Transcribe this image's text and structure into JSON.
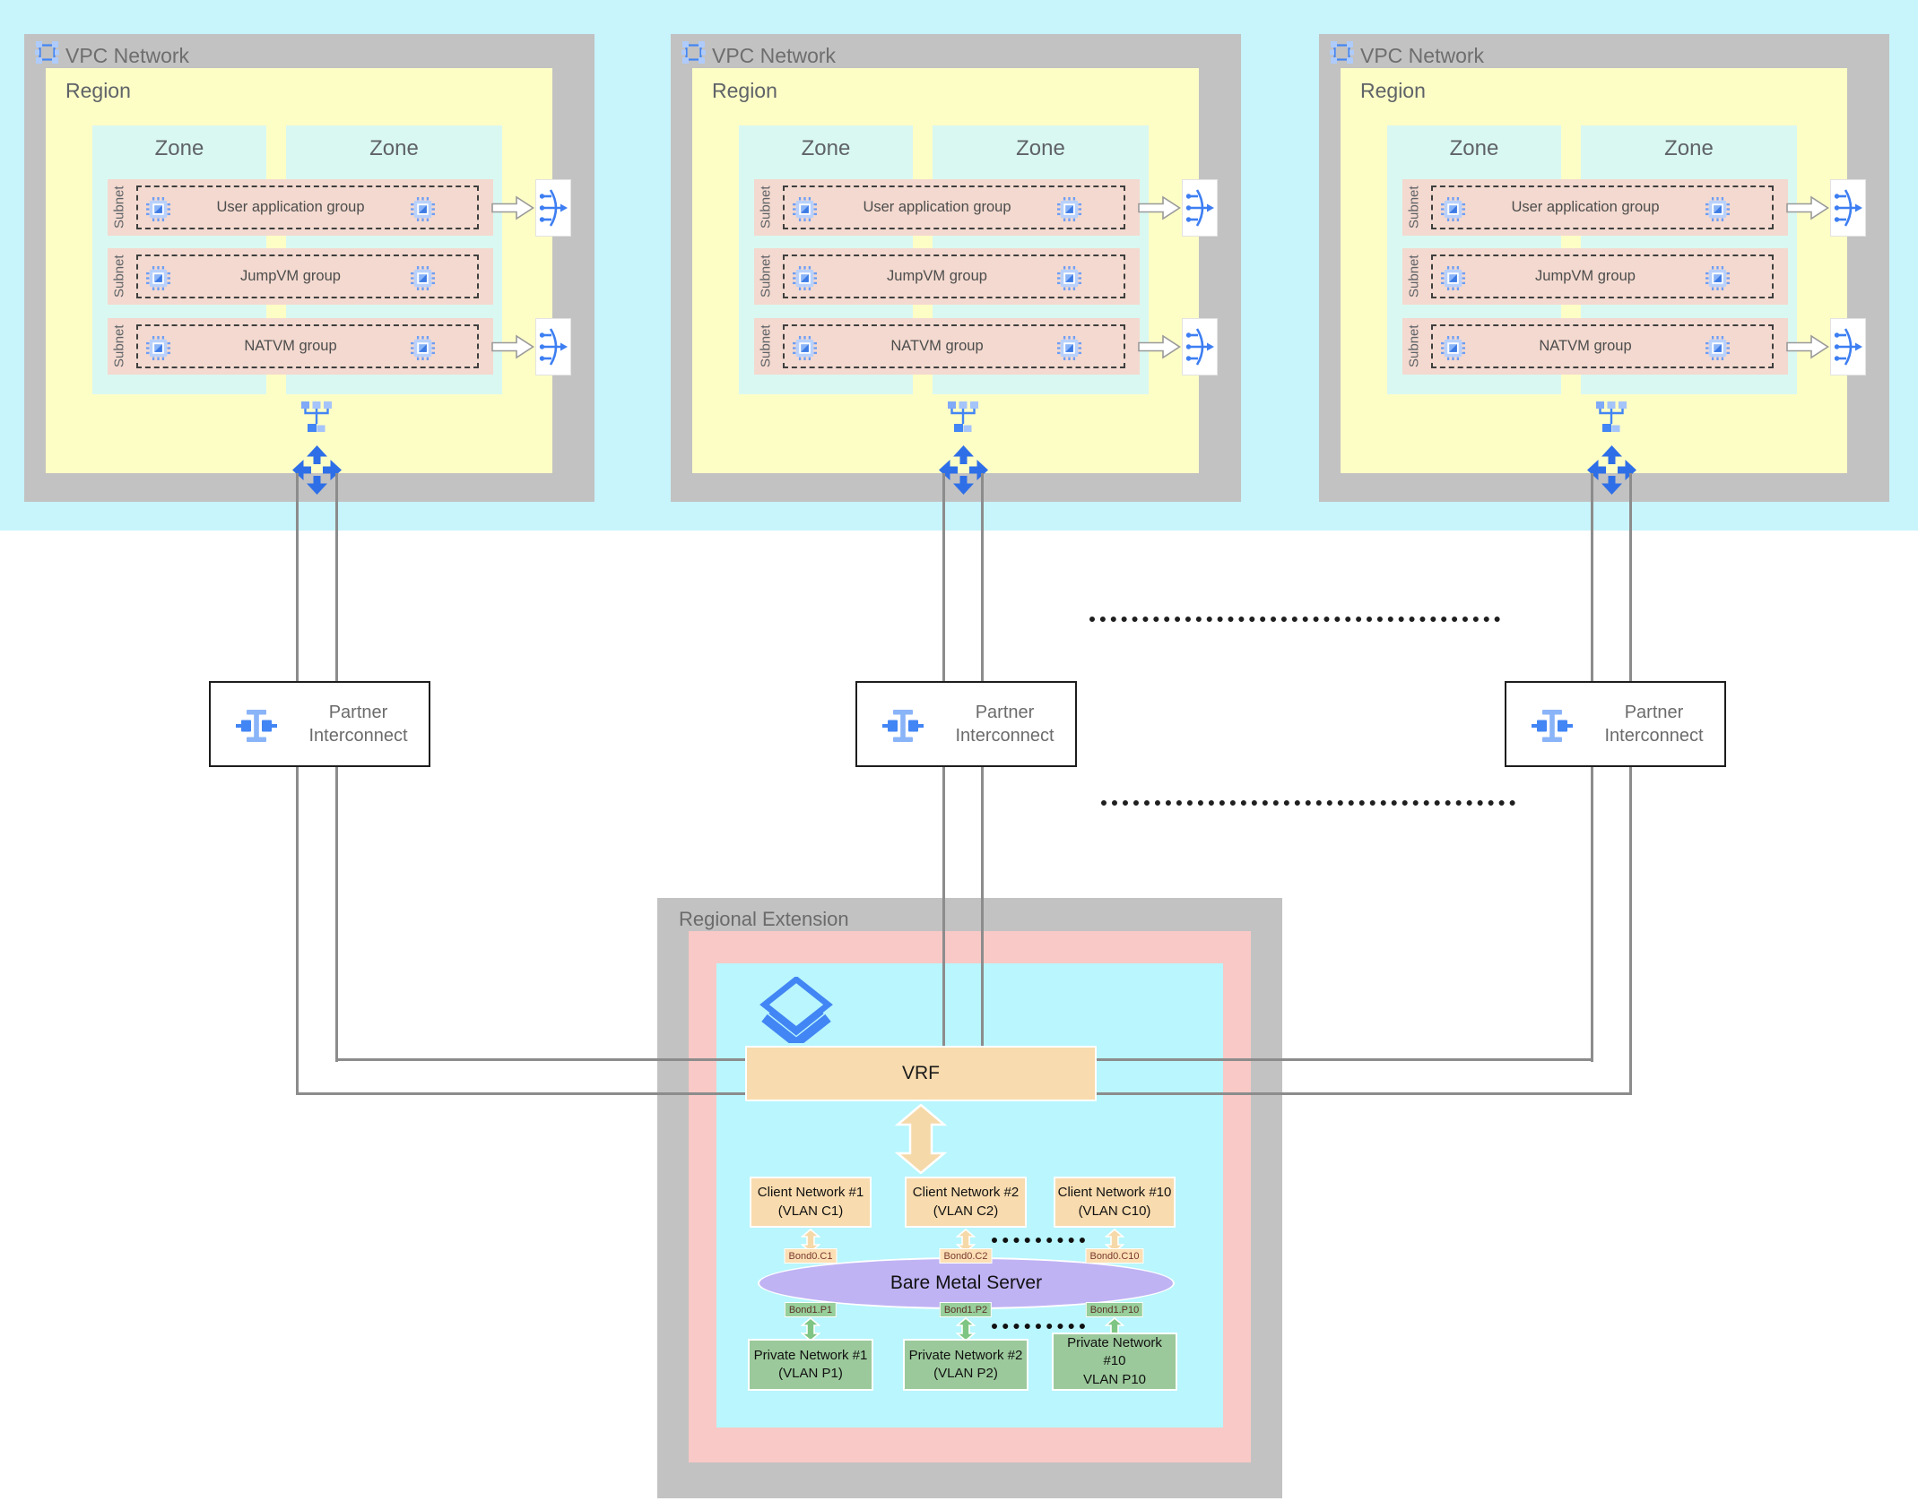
{
  "colors": {
    "accent_blue": "#4285f4",
    "light_blue": "#8ab4f8",
    "band_cyan": "#c8f4fb",
    "zone_cyan": "#daf8f2",
    "inner_cyan": "#b9f6fd",
    "region_yellow": "#fdfdc6",
    "subnet_pink": "#f3d9cf",
    "extension_pink": "#f8c9c6",
    "container_gray": "#c2c2c2",
    "line_gray": "#8c8c8c",
    "tan": "#f8dbae",
    "purple": "#bfb3f4",
    "green": "#9bc99b"
  },
  "vpcs": [
    {
      "title": "VPC Network",
      "region_label": "Region",
      "zones": [
        {
          "label": "Zone"
        },
        {
          "label": "Zone"
        }
      ],
      "subnets": [
        {
          "side_label": "Subnet",
          "group": "User application group"
        },
        {
          "side_label": "Subnet",
          "group": "JumpVM group"
        },
        {
          "side_label": "Subnet",
          "group": "NATVM group"
        }
      ]
    },
    {
      "title": "VPC Network",
      "region_label": "Region",
      "zones": [
        {
          "label": "Zone"
        },
        {
          "label": "Zone"
        }
      ],
      "subnets": [
        {
          "side_label": "Subnet",
          "group": "User application group"
        },
        {
          "side_label": "Subnet",
          "group": "JumpVM group"
        },
        {
          "side_label": "Subnet",
          "group": "NATVM group"
        }
      ]
    },
    {
      "title": "VPC Network",
      "region_label": "Region",
      "zones": [
        {
          "label": "Zone"
        },
        {
          "label": "Zone"
        }
      ],
      "subnets": [
        {
          "side_label": "Subnet",
          "group": "User application group"
        },
        {
          "side_label": "Subnet",
          "group": "JumpVM group"
        },
        {
          "side_label": "Subnet",
          "group": "NATVM group"
        }
      ]
    }
  ],
  "partner_interconnects": [
    {
      "label": "Partner Interconnect"
    },
    {
      "label": "Partner Interconnect"
    },
    {
      "label": "Partner Interconnect"
    }
  ],
  "regional_extension": {
    "title": "Regional Extension",
    "vrf_label": "VRF",
    "client_networks": [
      {
        "line1": "Client Network #1",
        "line2": "(VLAN C1)"
      },
      {
        "line1": "Client Network #2",
        "line2": "(VLAN C2)"
      },
      {
        "line1": "Client Network #10",
        "line2": "(VLAN C10)"
      }
    ],
    "client_bonds": [
      "Bond0.C1",
      "Bond0.C2",
      "Bond0.C10"
    ],
    "server_label": "Bare Metal Server",
    "private_bonds": [
      "Bond1.P1",
      "Bond1.P2",
      "Bond1.P10"
    ],
    "private_networks": [
      {
        "line1": "Private Network #1",
        "line2": "(VLAN P1)"
      },
      {
        "line1": "Private Network #2",
        "line2": "(VLAN P2)"
      },
      {
        "line1": "Private Network",
        "line2": "#10",
        "line3": "VLAN P10"
      }
    ]
  }
}
